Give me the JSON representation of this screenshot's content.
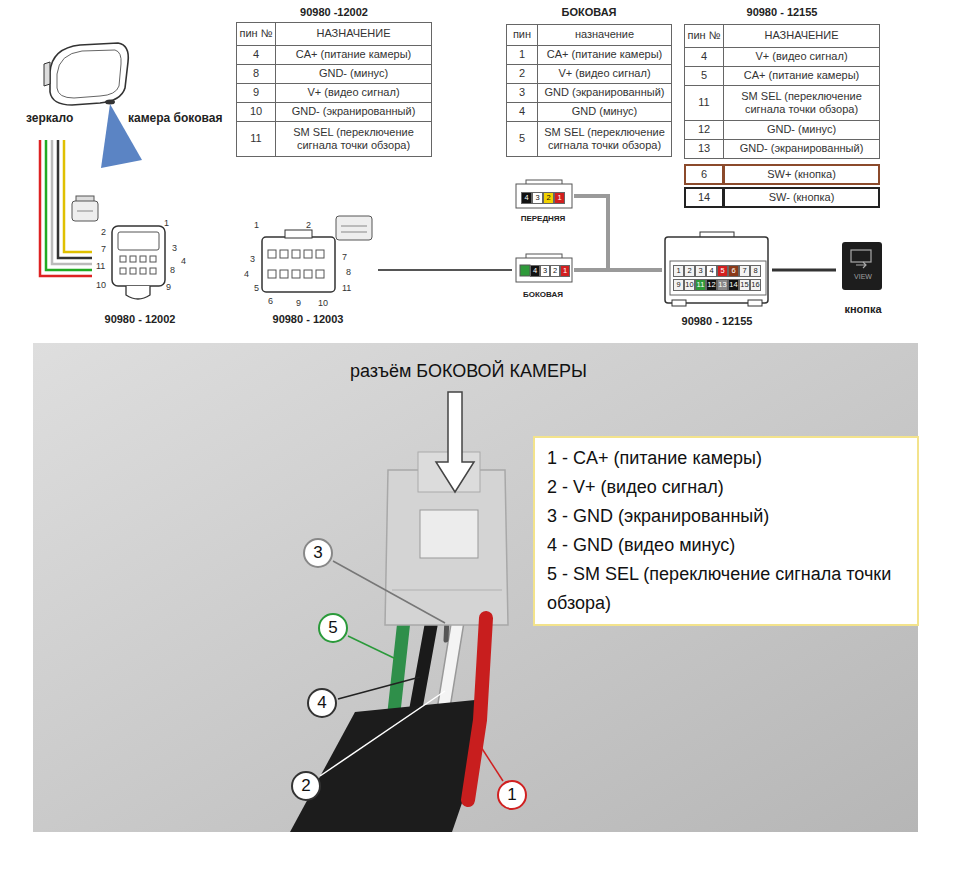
{
  "diagram": {
    "nodes": [
      {
        "text": [
          "90980 - 12002"
        ]
      },
      {
        "text": [
          "90980 - 12003"
        ]
      },
      {
        "text": [
          "ПЕРЕДНЯЯ"
        ]
      },
      {
        "text": [
          "БОКОВАЯ"
        ]
      },
      {
        "text": [
          "90980 - 12155"
        ]
      },
      {
        "text": [
          "VIEW",
          "кнопка"
        ]
      },
      {
        "text": [
          "1 - CA+ (питание камеры)",
          "2 - V+ (видео сигнал)",
          "3 - GND (экранированный)",
          "4 - GND (видео минус)",
          "5 - SM SEL (переключение сигнала точки обзора)"
        ]
      }
    ],
    "edges": [
      {
        "from": 1,
        "to": 3,
        "arrow": "none"
      },
      {
        "from": 2,
        "to": 4,
        "arrow": "none"
      },
      {
        "from": 3,
        "to": 4,
        "arrow": "none"
      },
      {
        "from": 4,
        "to": 5,
        "arrow": "none"
      }
    ],
    "labels": [
      "зеркало",
      "камера боковая",
      "90980 -12002",
      "пин №",
      "НАЗНАЧЕНИЕ",
      "4",
      "CA+ (питание камеры)",
      "8",
      "GND- (минус)",
      "9",
      "V+ (видео сигнал)",
      "10",
      "GND- (экранированный)",
      "11",
      "SM SEL (переключение сигнала точки обзора)",
      "БОКОВАЯ",
      "пин",
      "назначение",
      "1",
      "CA+ (питание камеры)",
      "2",
      "V+ (видео сигнал)",
      "3",
      "GND (экранированный)",
      "4",
      "GND (минус)",
      "5",
      "SM SEL (переключение сигнала точки обзора)",
      "90980 - 12155",
      "пин №",
      "НАЗНАЧЕНИЕ",
      "4",
      "V+ (видео сигнал)",
      "5",
      "CA+ (питание камеры)",
      "11",
      "SM SEL (переключение сигнала точки обзора)",
      "12",
      "GND- (минус)",
      "13",
      "GND- (экранированный)",
      "6",
      "SW+ (кнопка)",
      "14",
      "SW- (кнопка)",
      "2",
      "1",
      "3",
      "7",
      "4",
      "11",
      "8",
      "10",
      "9",
      "1",
      "2",
      "3",
      "4",
      "5",
      "6",
      "7",
      "8",
      "9",
      "10",
      "11",
      "4",
      "3",
      "2",
      "1",
      "4",
      "3",
      "2",
      "1",
      "1",
      "2",
      "3",
      "4",
      "5",
      "6",
      "7",
      "8",
      "9",
      "10",
      "11",
      "12",
      "13",
      "14",
      "15",
      "16",
      "разъём БОКОВОЙ КАМЕРЫ",
      "3",
      "5",
      "4",
      "2",
      "1"
    ]
  }
}
